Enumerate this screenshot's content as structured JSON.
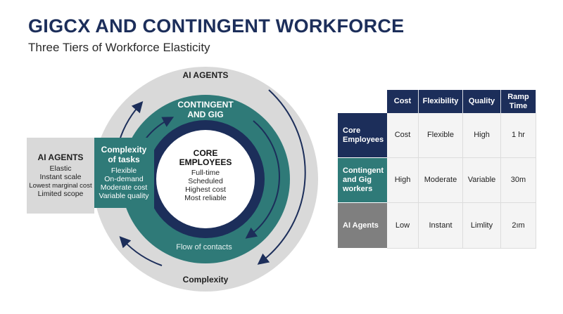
{
  "header": {
    "title": "GIGCX AND CONTINGENT WORKFORCE",
    "subtitle": "Three Tiers of Workforce Elasticity"
  },
  "diagram": {
    "outer_ring_label": "AI AGENTS",
    "bottom_label": "Complexity",
    "ai_box": {
      "title": "AI AGENTS",
      "lines": [
        "Elastic",
        "Instant scale",
        "Lowest marginal cost",
        "Limited scope"
      ]
    },
    "middle_ring_label_line1": "CONTINGENT",
    "middle_ring_label_line2": "AND GIG",
    "complexity_box": {
      "title_line1": "Complexity",
      "title_line2": "of tasks",
      "lines": [
        "Flexible",
        "On-demand",
        "Moderate cost",
        "Variable quality"
      ]
    },
    "flow_label": "Flow of contacts",
    "core": {
      "title_line1": "CORE",
      "title_line2": "EMPLOYEES",
      "lines": [
        "Full-time",
        "Scheduled",
        "Highest cost",
        "Most reliable"
      ]
    }
  },
  "table": {
    "headers": [
      "Cost",
      "Flexibility",
      "Quality",
      "Ramp Time"
    ],
    "rows": [
      {
        "label": "Core Employees",
        "cells": [
          "Cost",
          "Flexible",
          "High",
          "1 hr"
        ]
      },
      {
        "label": "Contingent and Gig workers",
        "cells": [
          "High",
          "Moderate",
          "Variable",
          "30m"
        ]
      },
      {
        "label": "AI Agents",
        "cells": [
          "Low",
          "Instant",
          "Limlity",
          "2ım"
        ]
      }
    ]
  },
  "colors": {
    "navy": "#1c2e5a",
    "teal": "#2f7a78",
    "gray_ring": "#d9d9d9",
    "gray_label": "#7f7f7f"
  }
}
